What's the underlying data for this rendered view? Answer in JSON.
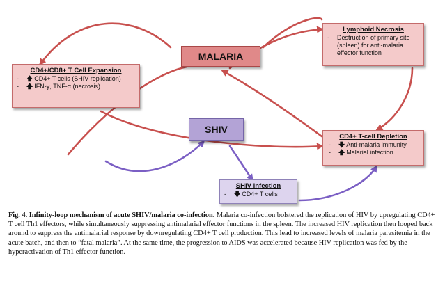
{
  "diagram": {
    "malaria_label": "MALARIA",
    "shiv_label": "SHIV",
    "expansion": {
      "title": "CD4+/CD8+ T Cell Expansion",
      "item1_arrow": "up",
      "item1_text": "CD4+ T cells (SHIV replication)",
      "item2_arrow": "up",
      "item2_text": "IFN-γ, TNF-α (necrosis)"
    },
    "necrosis": {
      "title": "Lymphoid Necrosis",
      "item1_text": "Destruction of primary site (spleen) for anti-malaria effector function"
    },
    "depletion": {
      "title": "CD4+ T-cell Depletion",
      "item1_arrow": "down",
      "item1_text": "Anti-malaria immunity",
      "item2_arrow": "up",
      "item2_text": "Malarial infection"
    },
    "shiv_infection": {
      "title": "SHIV infection",
      "item1_arrow": "down",
      "item1_text": "CD4+ T cells"
    },
    "colors": {
      "red_arrow": "#c8504e",
      "purple_arrow": "#7b5fc4",
      "pink_box": "#f4caca",
      "malaria_box": "#e08989",
      "lavender_box": "#ddd4ee",
      "shiv_box": "#b3a3d6"
    }
  },
  "caption": {
    "label": "Fig. 4.",
    "bold_title": "Infinity-loop mechanism of acute SHIV/malaria co-infection.",
    "text": "Malaria co-infection bolstered the replication of HIV by upregulating CD4+ T cell Th1 effectors, while simultaneously suppressing antimalarial effector functions in the spleen. The increased HIV replication then looped back around to suppress the antimalarial response by downregulating CD4+ T cell production. This lead to increased levels of malaria parasitemia in the acute batch, and then to “fatal malaria”. At the same time, the progression to AIDS was accelerated because HIV replication was fed by the hyperactivation of Th1 effector function."
  }
}
